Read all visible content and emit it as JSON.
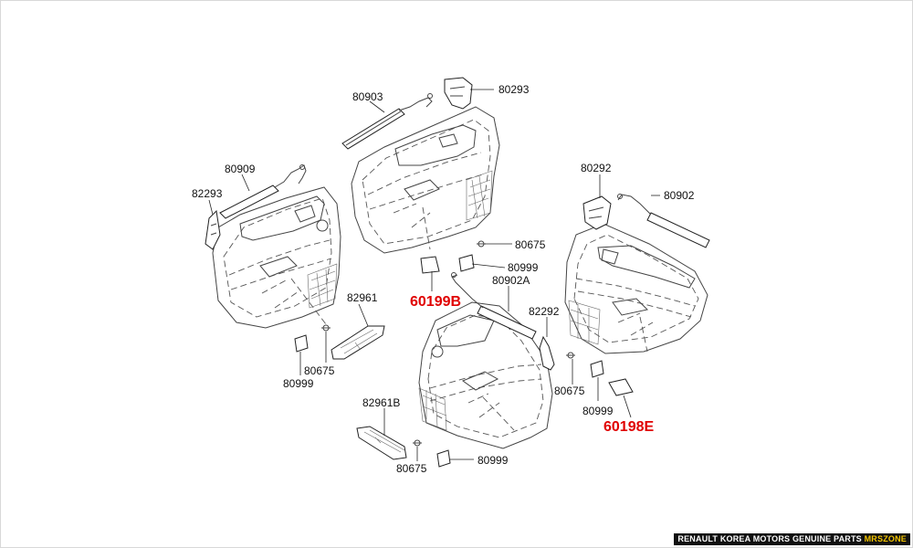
{
  "diagram": {
    "part_numbers": {
      "p80293": "80293",
      "p80903": "80903",
      "p80909": "80909",
      "p82293": "82293",
      "p80675_a": "80675",
      "p80999_a": "80999",
      "p60199B": "60199B",
      "p80902A": "80902A",
      "p82961": "82961",
      "p80675_b": "80675",
      "p80999_b": "80999",
      "p80292": "80292",
      "p80902": "80902",
      "p82292": "82292",
      "p80675_c": "80675",
      "p80999_c": "80999",
      "p60198E": "60198E",
      "p82961B": "82961B",
      "p80675_d": "80675",
      "p80999_d": "80999"
    },
    "highlight_color": "#e00000"
  },
  "footer": {
    "brand": "RENAULT KOREA MOTORS GENUINE PARTS",
    "site": "MRSZONE"
  }
}
